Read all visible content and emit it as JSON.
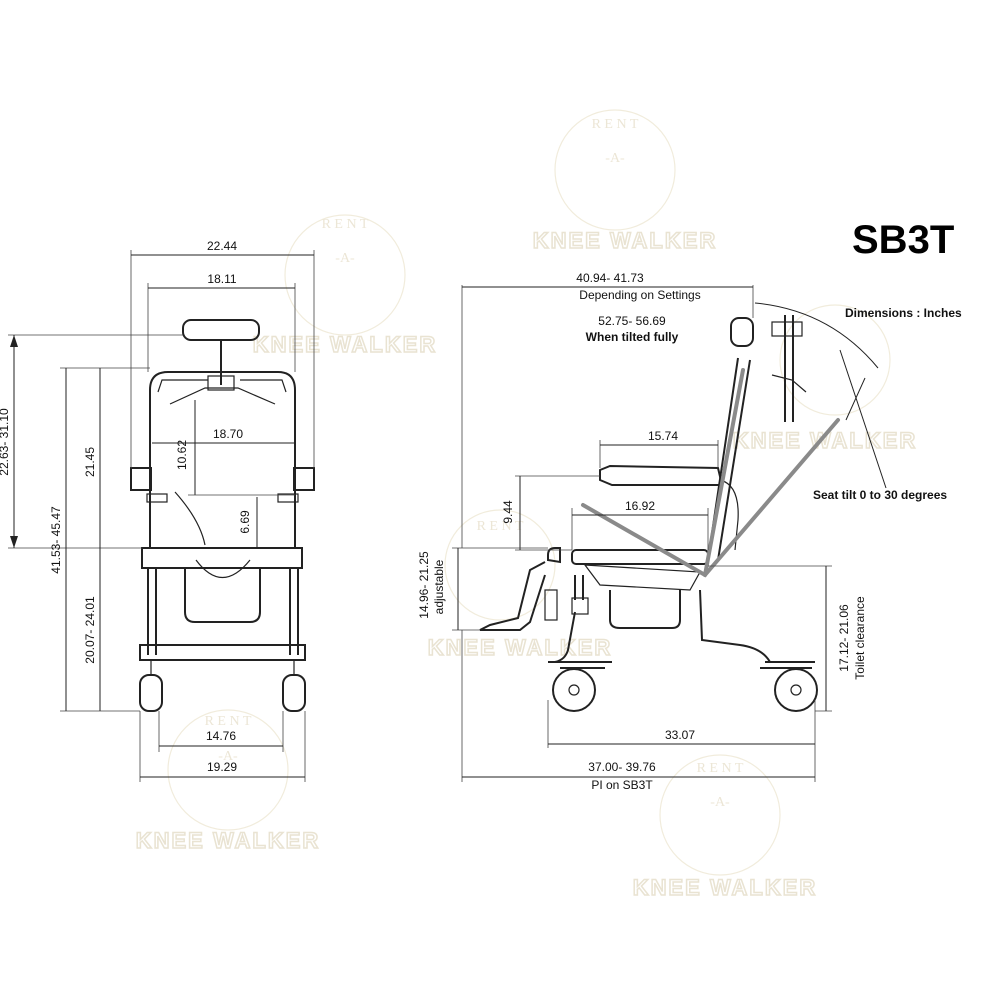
{
  "title": "SB3T",
  "notes": {
    "units": "Dimensions : Inches",
    "seat_tilt": "Seat tilt 0 to 30 degrees"
  },
  "watermark": {
    "line1": "R E N T",
    "line2": "-A-",
    "brand": "KNEE WALKER"
  },
  "front_view": {
    "overall_width": "22.44",
    "inner_width": "18.11",
    "seat_width": "18.70",
    "backrest_height": "10.62",
    "armrest_to_seat": "6.69",
    "seat_to_armrest_top": "21.45",
    "headrest_range": "22.63- 31.10",
    "overall_height": "41.53- 45.47",
    "seat_height": "20.07- 24.01",
    "wheel_track_inner": "14.76",
    "base_width": "19.29"
  },
  "side_view": {
    "overall_length": "40.94- 41.73",
    "overall_length_note": "Depending on Settings",
    "tilted_length": "52.75- 56.69",
    "tilted_length_note": "When tilted fully",
    "armrest_length": "15.74",
    "seat_depth": "16.92",
    "armrest_height": "9.44",
    "footrest_range": "14.96- 21.25",
    "footrest_note": "adjustable",
    "toilet_clearance": "17.12- 21.06",
    "toilet_clearance_note": "Toilet clearance",
    "wheelbase": "33.07",
    "footprint_length": "37.00- 39.76",
    "footprint_note": "PI on SB3T"
  }
}
